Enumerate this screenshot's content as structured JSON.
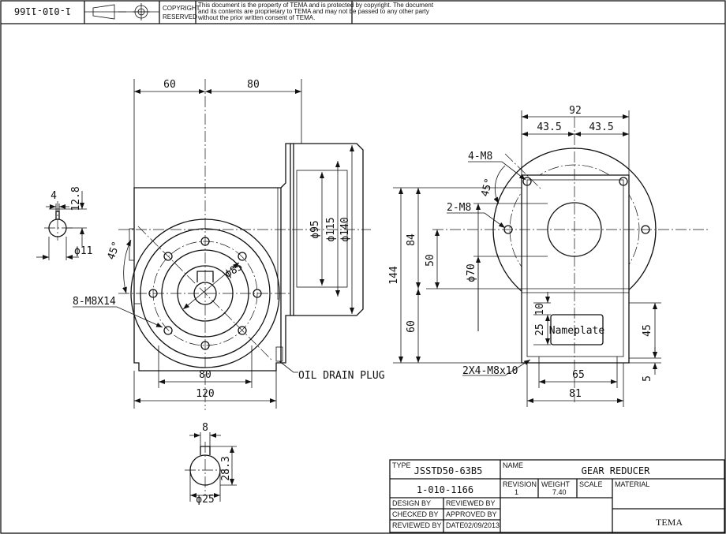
{
  "header": {
    "drawing_number": "1-010-1166",
    "copyright": [
      "COPYRIGHT",
      "RESERVED"
    ],
    "notice": [
      "This document is the property of TEMA and is protected by copyright. The document",
      "and its contents are proprietary to TEMA and may not be passed to any other party",
      "without the prior written consent of TEMA."
    ]
  },
  "front_view": {
    "dim_60": "60",
    "dim_80_top": "80",
    "dim_95": "ϕ95",
    "dim_115": "ϕ115",
    "dim_140": "ϕ140",
    "dim_85": "ϕ85",
    "angle_45": "45°",
    "bolt_label": "8-M8X14",
    "dim_80_bottom": "80",
    "dim_120": "120",
    "oil_drain": "OIL DRAIN PLUG"
  },
  "side_shaft": {
    "dim_4": "4",
    "dim_12_8": "12.8",
    "dim_11": "ϕ11"
  },
  "right_view": {
    "dim_92": "92",
    "dim_43_5_left": "43.5",
    "dim_43_5_right": "43.5",
    "label_4m8": "4-M8",
    "angle_45": "45°",
    "label_2m8": "2-M8",
    "dim_144": "144",
    "dim_84": "84",
    "dim_50": "50",
    "dim_70": "ϕ70",
    "dim_60": "60",
    "dim_10": "10",
    "dim_25": "25",
    "nameplate": "Nameplate",
    "dim_45": "45",
    "dim_5": "5",
    "label_2x4": "2X4-M8x10",
    "dim_65": "65",
    "dim_81": "81"
  },
  "bore_detail": {
    "dim_8": "8",
    "dim_28_3": "28.3",
    "dim_25": "ϕ25"
  },
  "title_block": {
    "type_label": "TYPE",
    "type_value": "JSSTD50-63B5",
    "name_label": "NAME",
    "name_value": "GEAR REDUCER",
    "number_value": "1-010-1166",
    "revision_label": "REVISION",
    "revision_value": "1",
    "weight_label": "WEIGHT",
    "weight_value": "7.40",
    "scale_label": "SCALE",
    "material_label": "MATERIAL",
    "design_by": "DESIGN BY",
    "reviewed_by_1": "REVIEWED BY",
    "checked_by": "CHECKED BY",
    "approved_by": "APPROVED BY",
    "reviewed_by_2": "REVIEWED BY",
    "date_label": "DATE",
    "date_value": "02/09/2013",
    "company": "TEMA"
  }
}
